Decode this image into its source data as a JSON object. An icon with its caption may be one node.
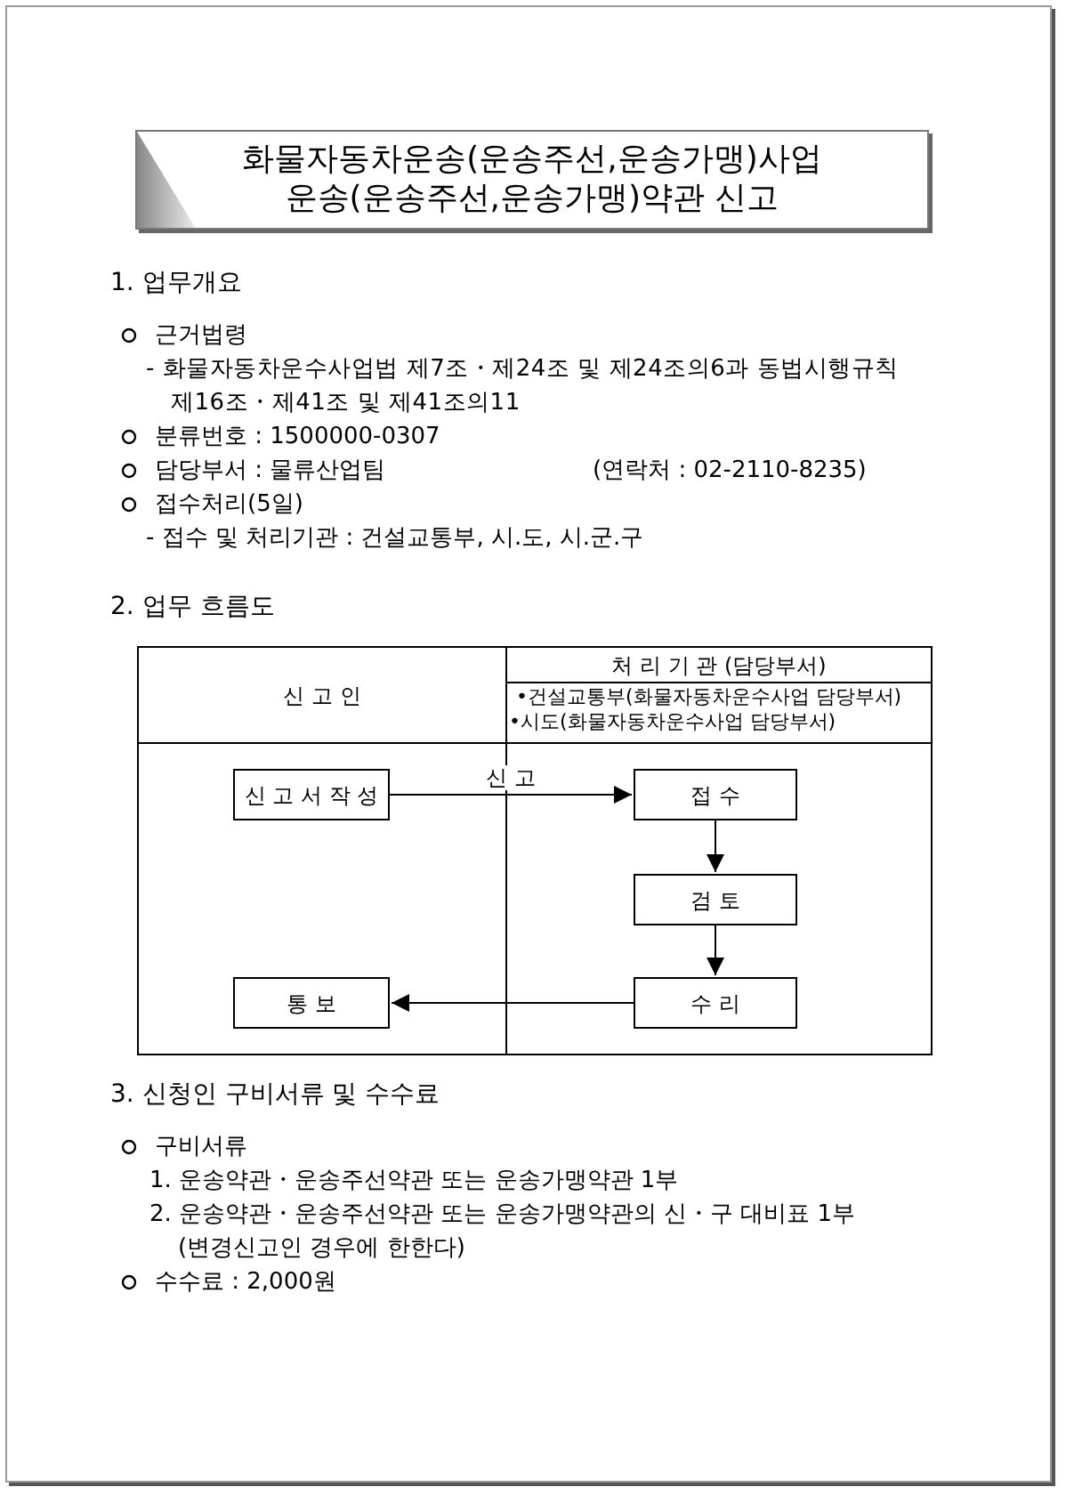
{
  "diagram": {
    "title": "화물자동차운송(운송주선,운송가맹)사업 운송(운송주선,운송가맹)약관 신고",
    "nodes": [
      {
        "text": [
          "신 고 서 작 성"
        ]
      },
      {
        "text": [
          "접 수"
        ]
      },
      {
        "text": [
          "검 토"
        ]
      },
      {
        "text": [
          "수 리"
        ]
      },
      {
        "text": [
          "통 보"
        ]
      }
    ],
    "edges": [
      {
        "from": 0,
        "to": 1,
        "arrow": "to",
        "label": "신 고"
      },
      {
        "from": 1,
        "to": 2,
        "arrow": "to"
      },
      {
        "from": 2,
        "to": 3,
        "arrow": "to"
      },
      {
        "from": 3,
        "to": 4,
        "arrow": "to"
      }
    ],
    "labels": [
      "1. 업무개요",
      "근거법령",
      "- 화물자동차운수사업법 제7조・제24조 및 제24조의6과 동법시행규칙 제16조・제41조 및 제41조의11",
      "분류번호 : 1500000-0307",
      "담당부서 : 물류산업팀",
      "(연락처 : 02-2110-8235)",
      "접수처리(5일)",
      "- 접수 및 처리기관 : 건설교통부, 시.도, 시.군.구",
      "2. 업무 흐름도",
      "신 고 인",
      "처 리 기 관 (담당부서)",
      "•건설교통부(화물자동차운수사업 담당부서)",
      "•시도(화물자동차운수사업 담당부서)",
      "3. 신청인 구비서류 및 수수료",
      "구비서류",
      "1. 운송약관・운송주선약관 또는 운송가맹약관 1부",
      "2. 운송약관・운송주선약관 또는 운송가맹약관의 신・구 대비표 1부(변경신고인 경우에 한한다)",
      "수수료 : 2,000원"
    ]
  }
}
